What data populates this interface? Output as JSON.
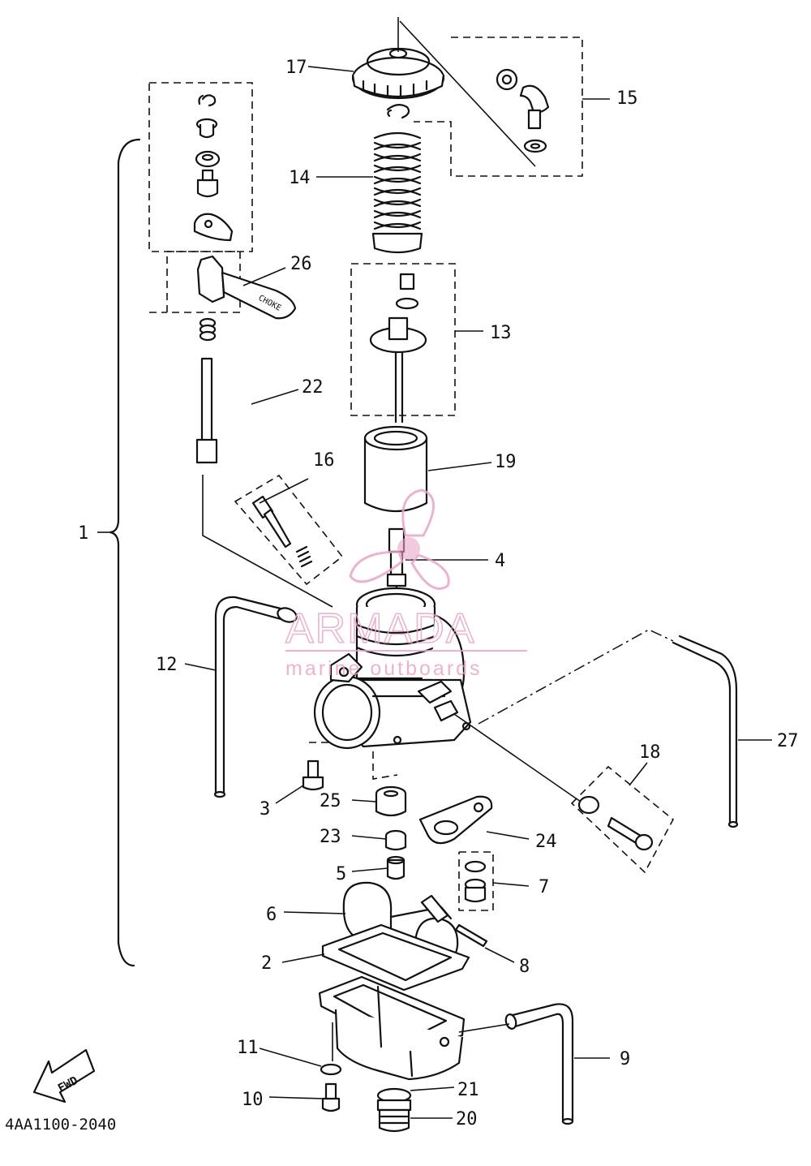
{
  "diagram": {
    "part_code": "4AA1100-2040",
    "direction_label": "FWD",
    "watermark": {
      "brand": "ARMADA",
      "tagline": "marine outboards",
      "color": "#e8a6c8"
    },
    "callouts": [
      "1",
      "2",
      "3",
      "4",
      "5",
      "6",
      "7",
      "8",
      "9",
      "10",
      "11",
      "12",
      "13",
      "14",
      "15",
      "16",
      "17",
      "18",
      "19",
      "20",
      "21",
      "22",
      "23",
      "24",
      "25",
      "26",
      "27"
    ],
    "choke_lever_text": "CHOKE"
  }
}
